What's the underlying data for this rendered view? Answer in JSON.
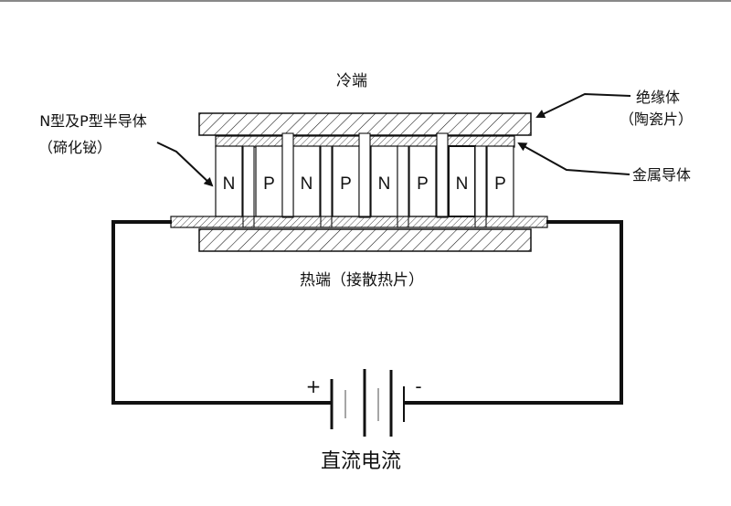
{
  "labels": {
    "cold_end": "冷端",
    "insulator_line1": "绝缘体",
    "insulator_line2": "（陶瓷片）",
    "semiconductor_line1": "N型及P型半导体",
    "semiconductor_line2": "（碲化铋）",
    "metal_conductor": "金属导体",
    "hot_end": "热端（接散热片）",
    "plus": "+",
    "minus": "-",
    "dc_current": "直流电流"
  },
  "cells": [
    "N",
    "P",
    "N",
    "P",
    "N",
    "P",
    "N",
    "P"
  ],
  "colors": {
    "stroke": "#111111",
    "background": "#ffffff"
  }
}
